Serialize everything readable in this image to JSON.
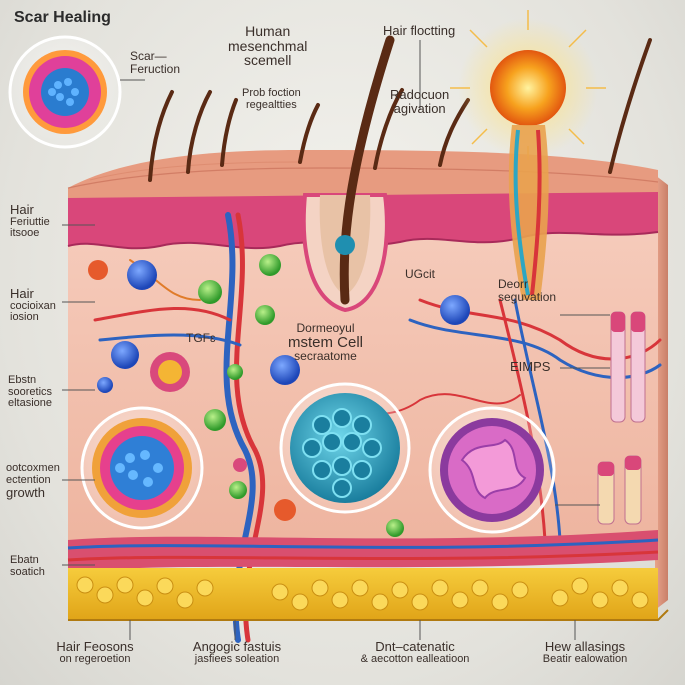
{
  "title": "Scar Healing",
  "labels": {
    "scar_reduction": [
      "Scar—",
      "Feruction"
    ],
    "human_msc": [
      "Human",
      "mesenchmal",
      "scemell"
    ],
    "hair_follicle_top": [
      "Hair floctting"
    ],
    "prob_factors": [
      "Prob foction",
      "regealtties"
    ],
    "reduction_activation": [
      "Radocuon",
      "agivation"
    ],
    "left_hair_follicle": [
      "Hair",
      "Feriuttie",
      "itsooe"
    ],
    "left_hair_collagen": [
      "Hair",
      "cocioixan",
      "iosion"
    ],
    "left_elastin": [
      "Ebstn",
      "sooretics",
      "eltasione"
    ],
    "left_collagen": [
      "ootcoxmen",
      "ectention",
      "growth"
    ],
    "left_elastin_bottom": [
      "Ebatn",
      "soatich"
    ],
    "tgfb": "TGFɛ",
    "ugci": "UGcit",
    "dermal_center": [
      "Dormeoyul",
      "mstem Cell",
      "secraatome"
    ],
    "deorr_segregation": [
      "Deorr",
      "seguvation"
    ],
    "emps": "EIMPS",
    "bottom_hair": [
      "Hair Feosons",
      "on regeroetion"
    ],
    "bottom_angio": [
      "Angogic fastuis",
      "jasfiees soleation"
    ],
    "bottom_dnt": [
      "Dnt–catenatic",
      "& aecotton ealleatioon"
    ],
    "bottom_new": [
      "Hew allasings",
      "Beatir ealowation"
    ]
  },
  "colors": {
    "skin_surface": "#eaa287",
    "dermis": "#f3c2b0",
    "epidermis_pink": "#d9477a",
    "fat": "#f2c230",
    "stem_cell": "#2ea6c2",
    "vessel_red": "#d8353a",
    "vessel_blue": "#2d63c0"
  },
  "icons": [
    "stem-cell-icon",
    "sun-burst-icon",
    "hair-follicle-icon",
    "blood-vessel-icon",
    "vial-icon"
  ]
}
